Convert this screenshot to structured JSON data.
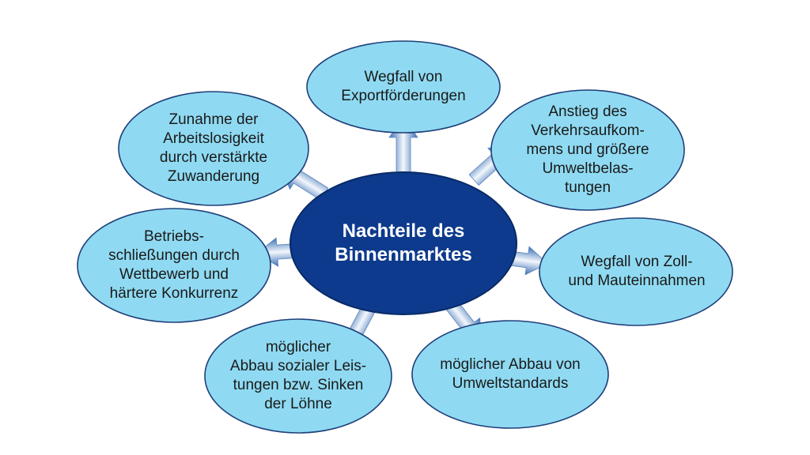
{
  "center": {
    "text": "Nachteile des\nBinnenmarktes"
  },
  "nodes": [
    {
      "id": "export",
      "text": "Wegfall von\nExportförderungen"
    },
    {
      "id": "verkehr",
      "text": "Anstieg des\nVerkehrsaufkom-\nmens und größere\nUmweltbelas-\ntungen"
    },
    {
      "id": "zoll",
      "text": "Wegfall von Zoll-\nund Mauteinnahmen"
    },
    {
      "id": "umwelt",
      "text": "möglicher Abbau von\nUmweltstandards"
    },
    {
      "id": "sozial",
      "text": "möglicher\nAbbau sozialer Leis-\ntungen bzw. Sinken\nder Löhne"
    },
    {
      "id": "betrieb",
      "text": "Betriebs-\nschließungen durch\nWettbewerb und\nhärtere Konkurrenz"
    },
    {
      "id": "arbeit",
      "text": "Zunahme der\nArbeitslosigkeit\ndurch verstärkte\nZuwanderung"
    }
  ],
  "colors": {
    "center_fill": "#0d3a8c",
    "center_stroke": "#082a66",
    "bubble_fill": "#8fdaf2",
    "bubble_stroke": "#1f3f7a",
    "arrow_dark": "#3b6fb5",
    "arrow_light": "#f2f7fc"
  }
}
